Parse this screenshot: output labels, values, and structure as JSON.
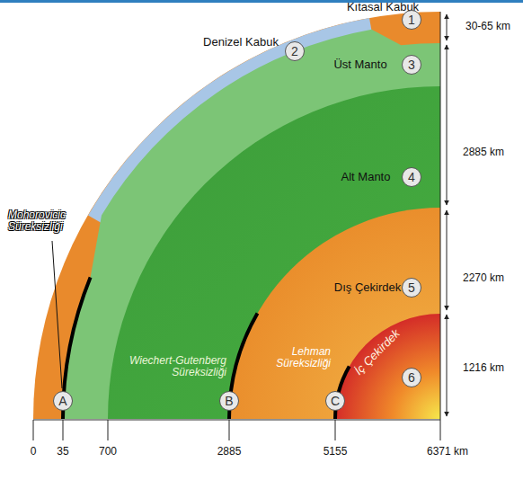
{
  "diagram": {
    "nodes": [
      {
        "text": [
          "1"
        ]
      },
      {
        "text": [
          "2"
        ]
      },
      {
        "text": [
          "3"
        ]
      },
      {
        "text": [
          "4"
        ]
      },
      {
        "text": [
          "5"
        ]
      },
      {
        "text": [
          "6"
        ]
      },
      {
        "text": [
          "A"
        ]
      },
      {
        "text": [
          "B"
        ]
      },
      {
        "text": [
          "C"
        ]
      }
    ],
    "labels": [
      "Kıtasal Kabuk",
      "Denizel Kabuk",
      "Üst Manto",
      "Alt Manto",
      "Dış Çekirdek",
      "İç Çekirdek",
      "Mohorovicic Süreksizliği",
      "Wiechert-Gutenberg Süreksizliği",
      "Lehman Süreksizliği",
      "30-65 km",
      "2885 km",
      "2270 km",
      "1216 km",
      "0",
      "35",
      "700",
      "2885",
      "5155",
      "6371 km"
    ]
  }
}
